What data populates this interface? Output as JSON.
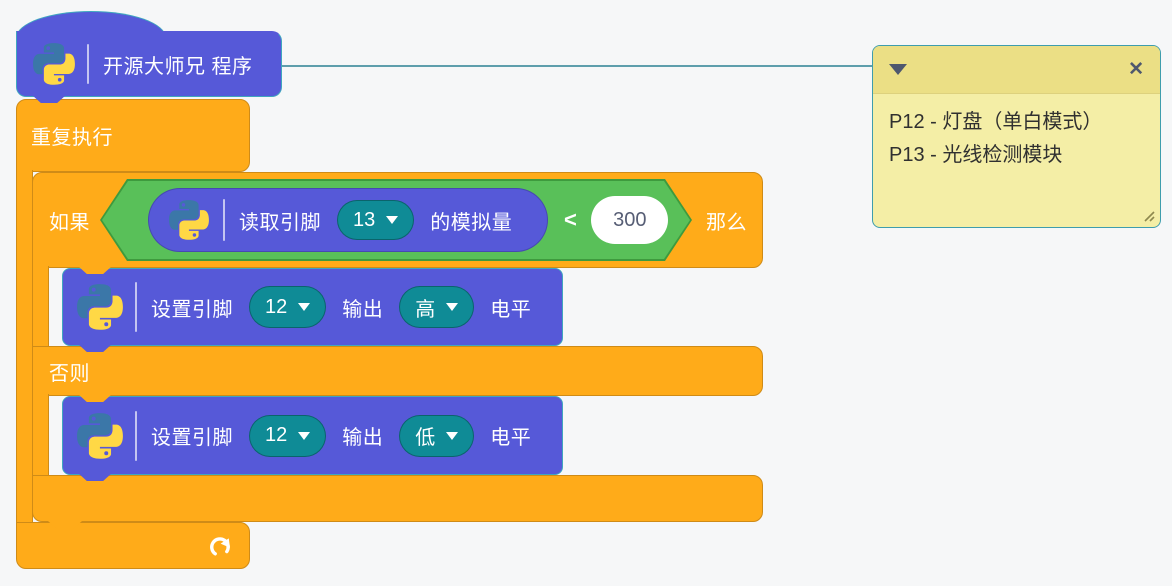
{
  "colors": {
    "background": "#F6F7F8",
    "block_blue": "#5659D8",
    "block_blue_border": "#3FA6BF",
    "control_orange": "#FFAB19",
    "control_orange_border": "#CF8B17",
    "operator_green": "#59C059",
    "operator_green_border": "#3E9A3E",
    "dropdown_teal": "#0F8B96",
    "comment_body": "#F4EEA6",
    "comment_header": "#EBDF85",
    "comment_border": "#3E9DAD",
    "connector_teal": "#5E9EAC"
  },
  "hat": {
    "label": "开源大师兄 程序",
    "icon": "python-icon"
  },
  "forever": {
    "label": "重复执行",
    "loop_icon": "loop-arrow-icon"
  },
  "if_block": {
    "if_label": "如果",
    "then_label": "那么",
    "else_label": "否则"
  },
  "condition": {
    "reporter": {
      "icon": "python-icon",
      "prefix": "读取引脚",
      "pin": "13",
      "suffix": "的模拟量"
    },
    "operator": "<",
    "value": "300"
  },
  "set_pin_blocks": {
    "high": {
      "icon": "python-icon",
      "prefix": "设置引脚",
      "pin": "12",
      "output_label": "输出",
      "level": "高",
      "suffix": "电平"
    },
    "low": {
      "icon": "python-icon",
      "prefix": "设置引脚",
      "pin": "12",
      "output_label": "输出",
      "level": "低",
      "suffix": "电平"
    }
  },
  "comment": {
    "lines": [
      "P12 - 灯盘（单白模式）",
      "P13 - 光线检测模块"
    ],
    "close_glyph": "✕"
  }
}
